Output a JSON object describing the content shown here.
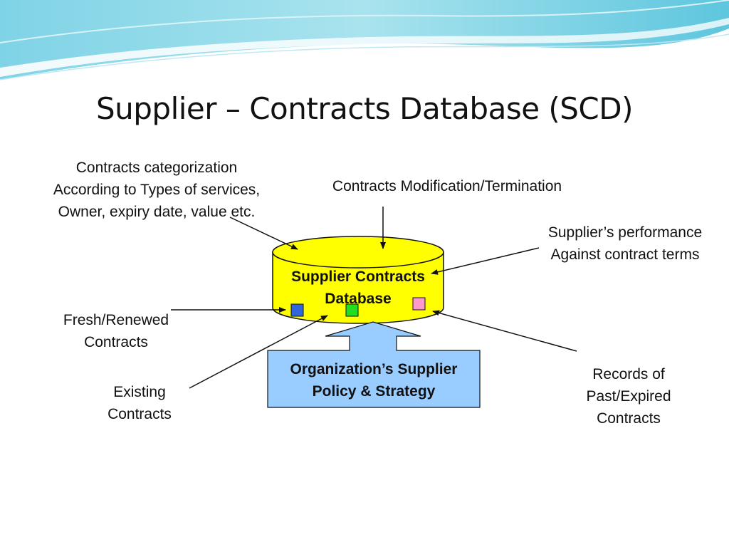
{
  "slide": {
    "title": "Supplier – Contracts Database (SCD)"
  },
  "labels": {
    "categorization": [
      "Contracts categorization",
      "According to Types of services,",
      "Owner, expiry date, value etc."
    ],
    "modification": [
      "Contracts Modification/Termination"
    ],
    "performance": [
      "Supplier’s performance",
      "Against contract terms"
    ],
    "fresh": [
      "Fresh/Renewed",
      "Contracts"
    ],
    "existing": [
      "Existing",
      "Contracts"
    ],
    "records": [
      "Records of",
      "Past/Expired",
      "Contracts"
    ]
  },
  "database": {
    "label": [
      "Supplier Contracts",
      "Database"
    ],
    "fill_color": "#ffff00",
    "markers": [
      {
        "name": "blue-marker",
        "color": "#3366dd"
      },
      {
        "name": "green-marker",
        "color": "#22dd22"
      },
      {
        "name": "pink-marker",
        "color": "#ff99cc"
      }
    ]
  },
  "policy": {
    "label": [
      "Organization’s Supplier",
      "Policy & Strategy"
    ],
    "fill_color": "#99ccff"
  }
}
